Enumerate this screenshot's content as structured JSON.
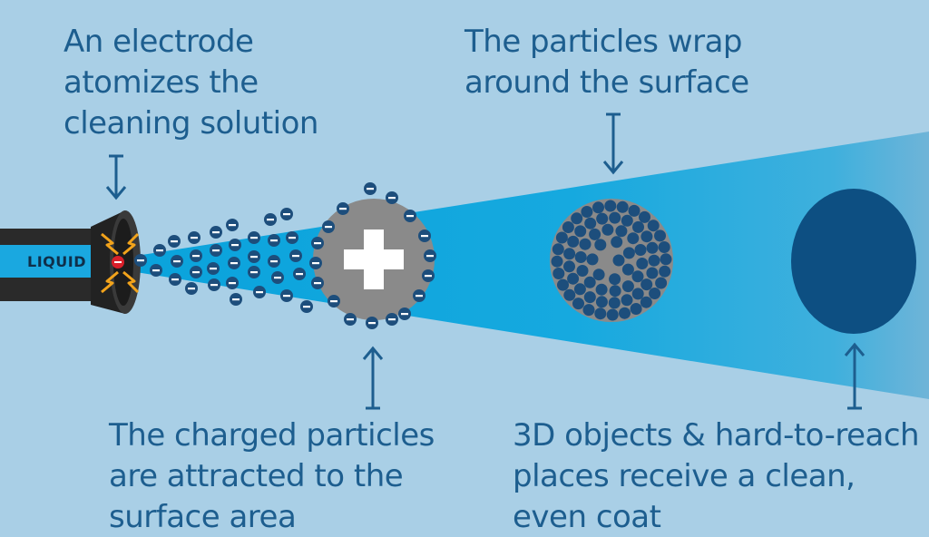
{
  "labels": {
    "electrode": [
      "An electrode",
      "atomizes the",
      "cleaning solution"
    ],
    "wrap": [
      "The particles wrap",
      "around the surface"
    ],
    "charged": [
      "The charged particles",
      "are attracted to the",
      "surface area"
    ],
    "objects": [
      "3D objects & hard-to-reach",
      "places receive a clean,",
      "even coat"
    ],
    "liquid": "LIQUID",
    "minus": "−"
  },
  "colors": {
    "background": "#a9cfe6",
    "beam": "#0aa3dc",
    "text": "#1d5e8f",
    "particle": "#1d4e7c",
    "surface": "#8a8a8a",
    "object": "#0d4f82",
    "nozzle": "#2a2a2a",
    "spark": "#f2a31b",
    "electrode_dot": "#d8202a"
  },
  "icons": [
    "electrode-spark-icon",
    "plus-sign-icon",
    "down-arrow-icon",
    "up-arrow-icon"
  ]
}
